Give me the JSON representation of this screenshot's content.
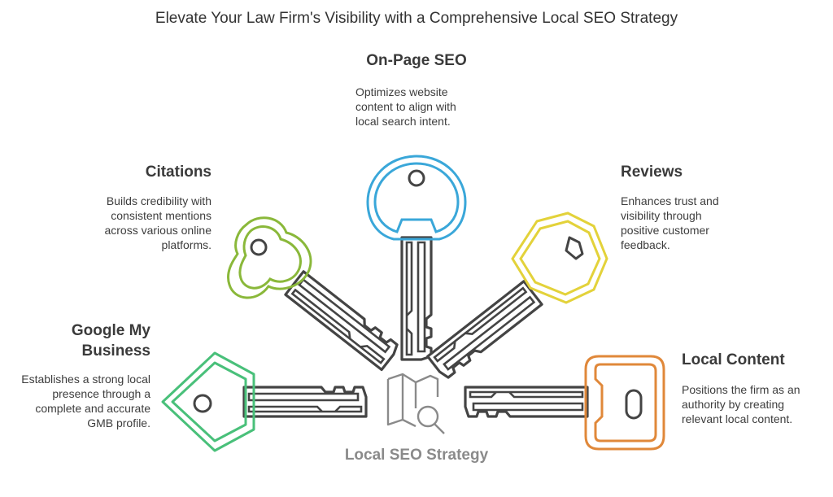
{
  "title": "Elevate Your Law Firm's Visibility with a Comprehensive Local SEO Strategy",
  "center": {
    "label": "Local SEO Strategy",
    "icon": "map-search-icon"
  },
  "items": [
    {
      "heading": "On-Page SEO",
      "description": "Optimizes website content to align with local search intent.",
      "color": "#3aa7d9",
      "icon": "key-icon"
    },
    {
      "heading": "Citations",
      "description": "Builds credibility with consistent mentions across various online platforms.",
      "color": "#8ab83a",
      "icon": "key-icon"
    },
    {
      "heading": "Reviews",
      "description": "Enhances trust and visibility through positive customer feedback.",
      "color": "#e3d23a",
      "icon": "key-icon"
    },
    {
      "heading": "Google My Business",
      "description": "Establishes a strong local presence through a complete and accurate GMB profile.",
      "color": "#49c07a",
      "icon": "key-icon"
    },
    {
      "heading": "Local Content",
      "description": "Positions the firm as an authority by creating relevant local content.",
      "color": "#e0883a",
      "icon": "key-icon"
    }
  ]
}
